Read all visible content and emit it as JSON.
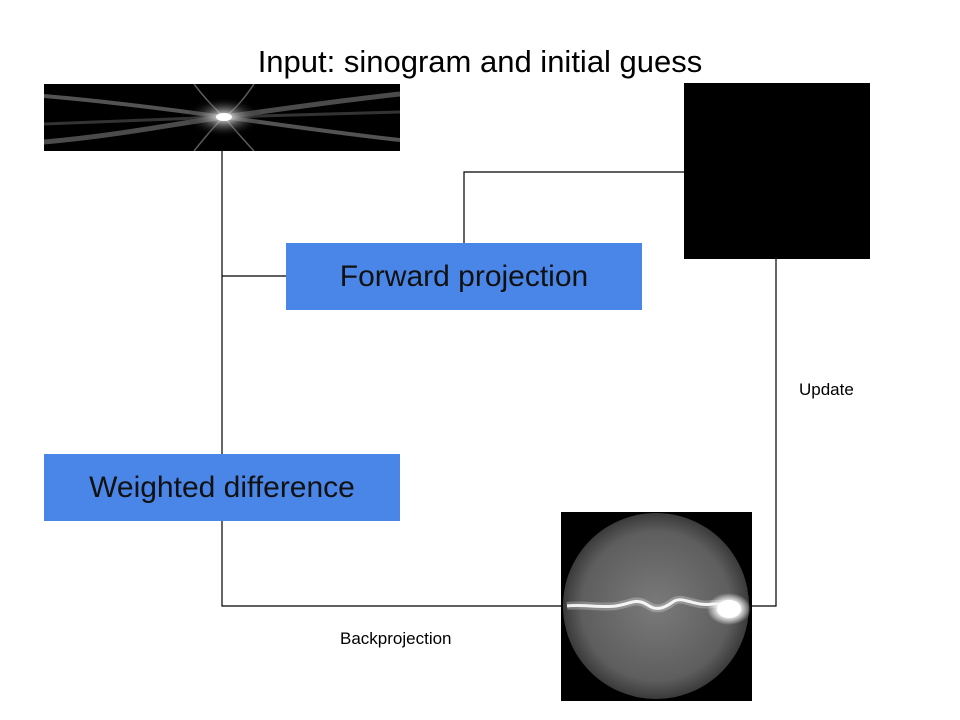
{
  "title": "Input: sinogram and initial guess",
  "colors": {
    "box_fill": "#4a86e8",
    "line": "#000000",
    "background": "#ffffff"
  },
  "nodes": {
    "forward_projection": {
      "label": "Forward projection"
    },
    "weighted_difference": {
      "label": "Weighted difference"
    }
  },
  "edge_labels": {
    "update": "Update",
    "backprojection": "Backprojection"
  },
  "images": {
    "sinogram": "sinogram-image",
    "initial_guess": "initial-guess-image",
    "backprojection_result": "backprojection-image"
  }
}
